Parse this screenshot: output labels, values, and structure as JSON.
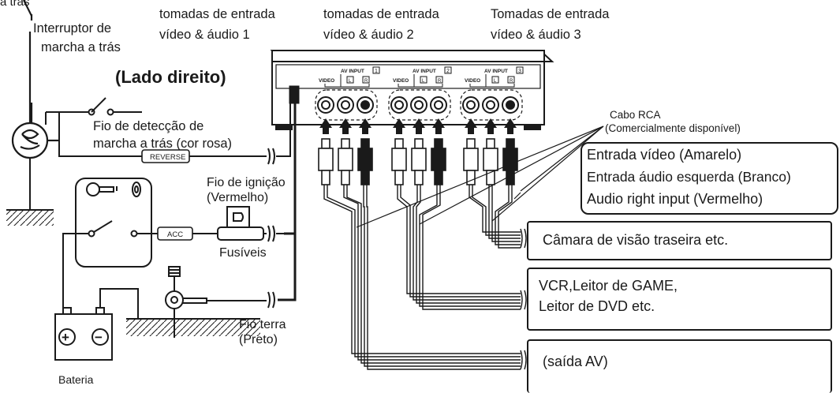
{
  "labels": {
    "reverse_lamp": "a trás",
    "reverse_switch_1": "Interruptor de",
    "reverse_switch_2": "marcha a trás",
    "input1_1": "tomadas de entrada",
    "input1_2": "vídeo & áudio 1",
    "input2_1": "tomadas de entrada",
    "input2_2": "vídeo & áudio  2",
    "input3_1": "Tomadas de entrada",
    "input3_2": "vídeo & áudio 3",
    "right_side": "(Lado direito)",
    "reverse_wire_1": "Fio de detecção de",
    "reverse_wire_2": "marcha a trás (cor rosa)",
    "reverse_tag": "REVERSE",
    "ignition_1": "Fio de ignição",
    "ignition_2": "(Vermelho)",
    "acc_tag": "ACC",
    "fuses": "Fusíveis",
    "ground_1": "Fio terra",
    "ground_2": "(Preto)",
    "battery": "Bateria",
    "rca_1": "Cabo RCA",
    "rca_2": "(Comercialmente disponível)",
    "panel_av1": "AV INPUT",
    "panel_av2": "AV INPUT",
    "panel_av3": "AV INPUT",
    "panel_video": "VIDEO",
    "panel_n1": "1",
    "panel_n2": "2",
    "panel_n3": "3",
    "panel_L": "L",
    "panel_R": "R",
    "plus": "+",
    "minus": "−"
  },
  "rca_box": {
    "line1": "Entrada vídeo (Amarelo)",
    "line2": "Entrada áudio esquerda (Branco)",
    "line3": "Audio right input (Vermelho)"
  },
  "devices": {
    "camera": "Câmara de visão traseira etc.",
    "vcr_1": "VCR,Leitor de GAME,",
    "vcr_2": "Leitor de DVD etc.",
    "av_out": "(saída AV)"
  }
}
